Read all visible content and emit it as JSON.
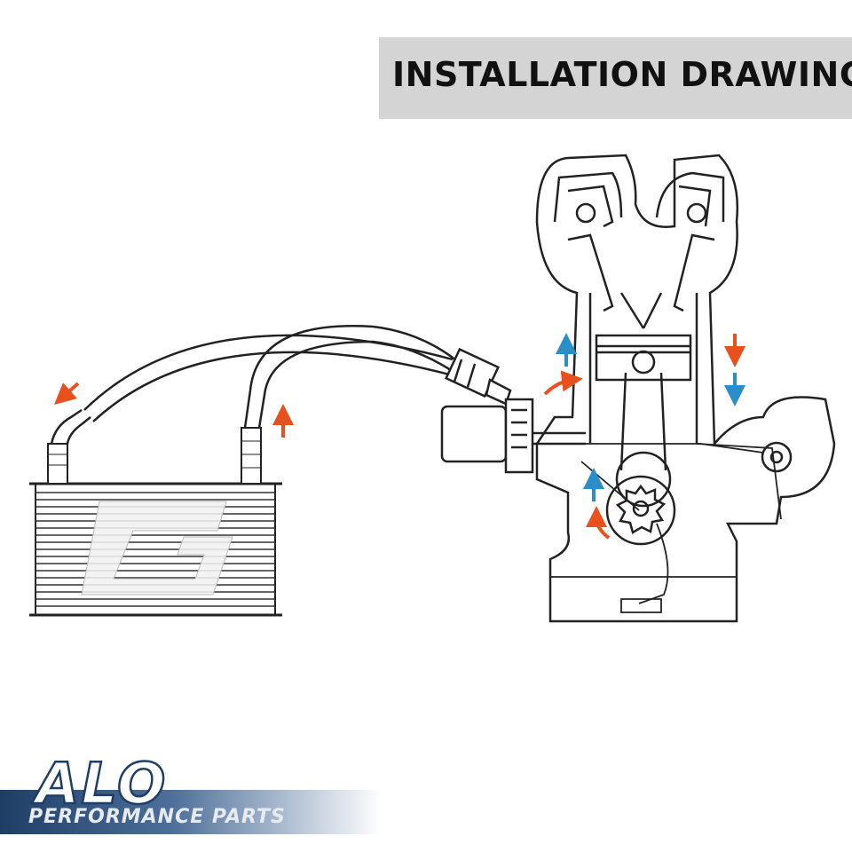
{
  "header": {
    "title": "INSTALLATION DRAWING"
  },
  "brand": {
    "logo_text": "ALO",
    "tagline": "PERFORMANCE PARTS"
  },
  "colors": {
    "hot_arrow": "#e8501e",
    "cool_arrow": "#2a8fc9",
    "line": "#222222",
    "title_bg": "#d4d4d4"
  },
  "icons": {
    "oil_cooler": "oil-cooler-icon",
    "engine": "engine-cross-section-icon",
    "filter": "oil-filter-adapter-icon"
  }
}
